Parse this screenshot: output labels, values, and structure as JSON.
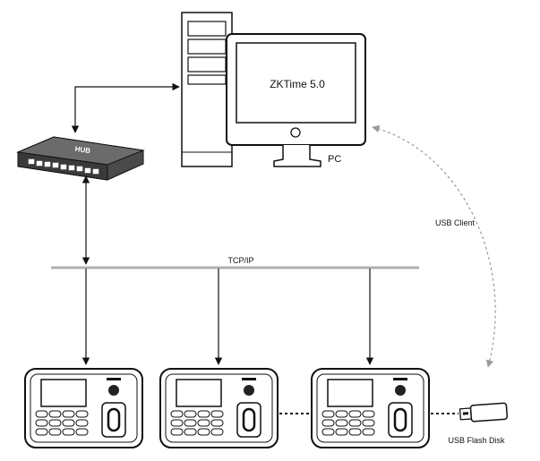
{
  "monitor_screen_text": "ZKTime 5.0",
  "pc_label": "PC",
  "hub_label": "HUB",
  "network_label": "TCP/IP",
  "usb_client_label": "USB Client",
  "usb_flash_label": "USB Flash Disk",
  "colors": {
    "line": "#111111",
    "bus": "#b0b0b0",
    "dashed": "#9a9a9a",
    "hub_body": "#4a4a4a"
  },
  "icons": [
    "tower-case-icon",
    "monitor-icon",
    "hub-icon",
    "terminal-icon",
    "usb-flash-icon"
  ]
}
